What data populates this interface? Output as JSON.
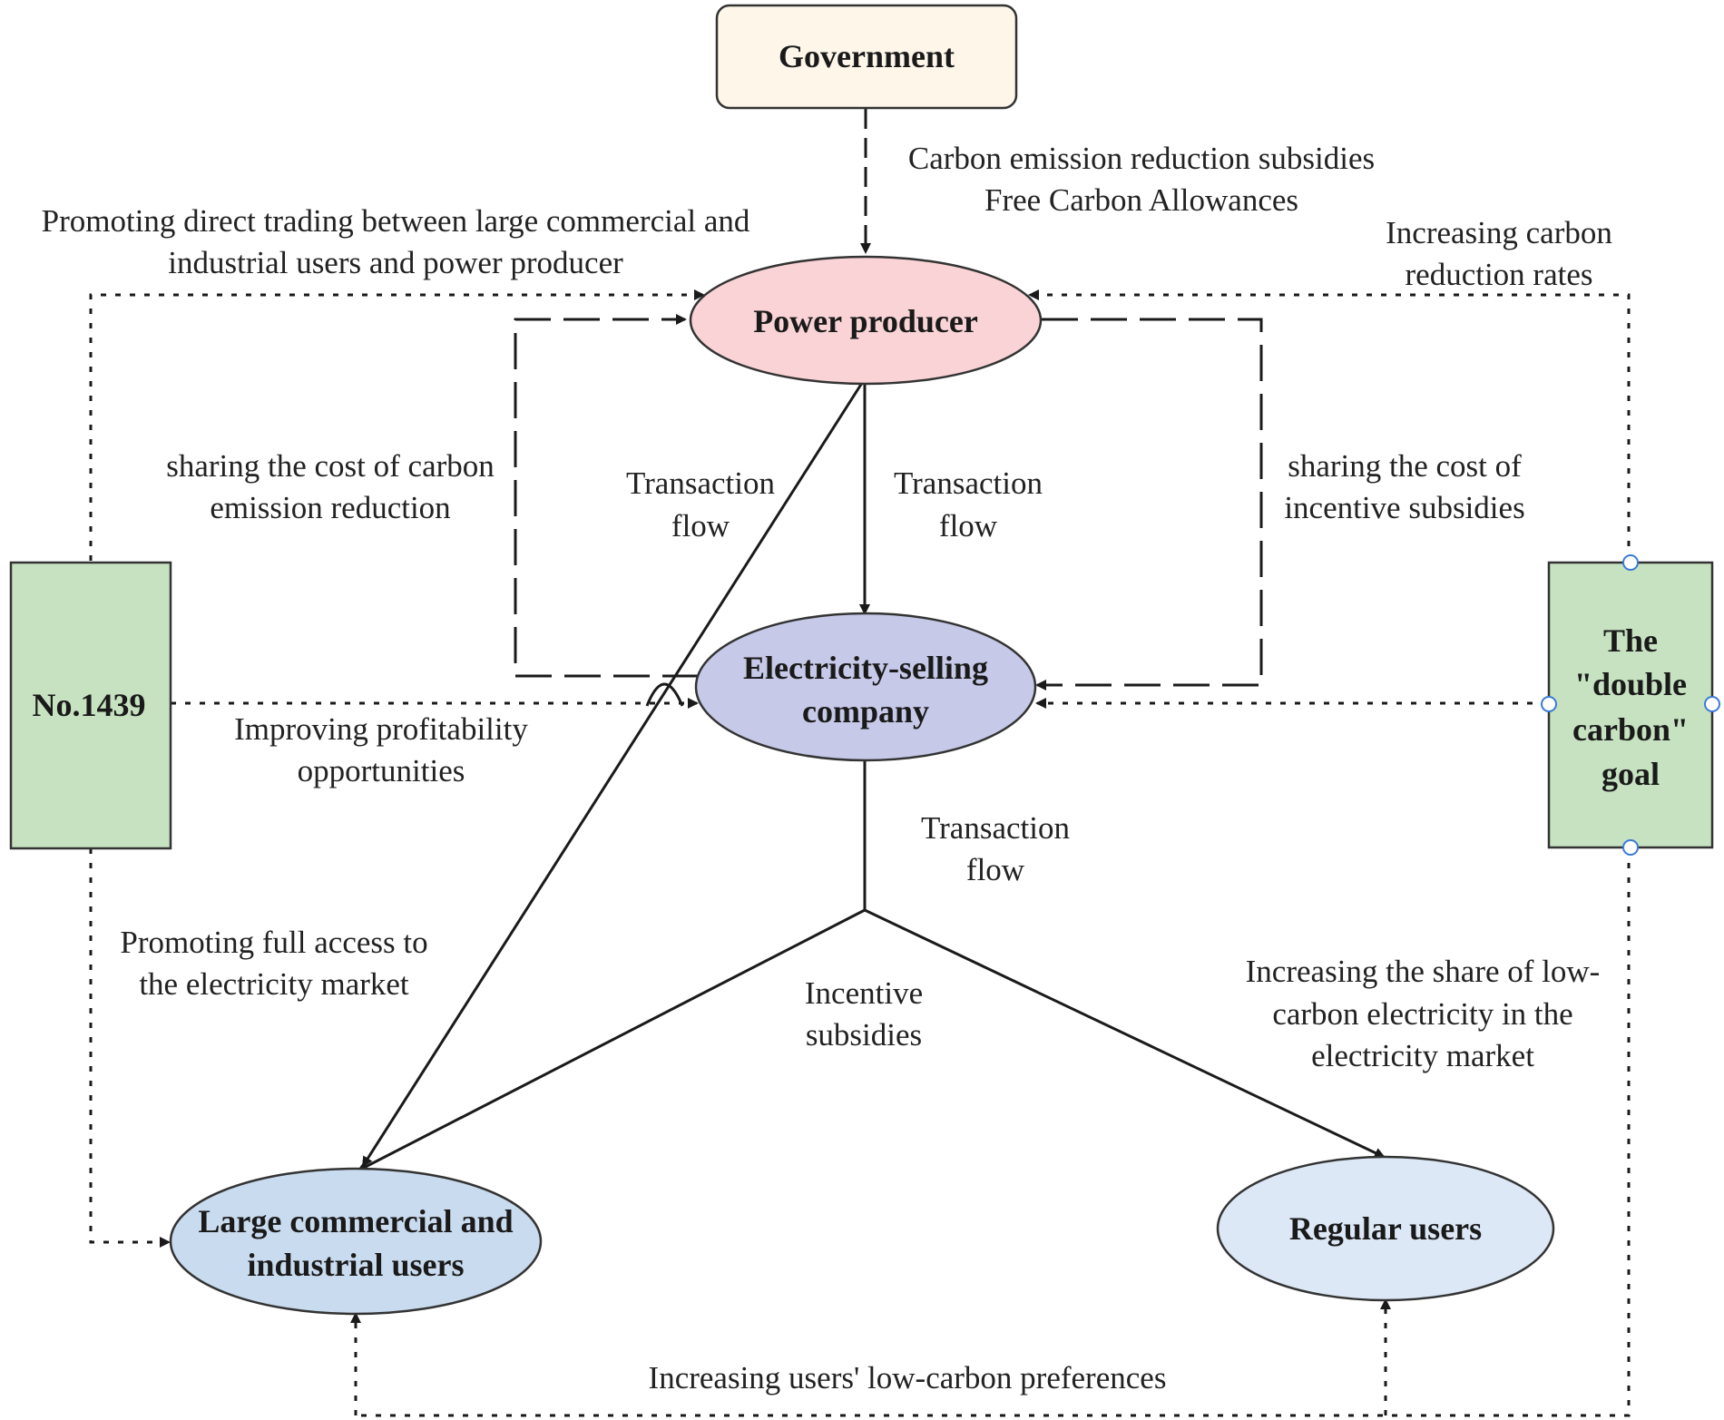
{
  "nodes": {
    "government": "Government",
    "power_producer": "Power producer",
    "selling_company": [
      "Electricity-selling",
      "company"
    ],
    "large_users": [
      "Large commercial and",
      "industrial users"
    ],
    "regular_users": "Regular users",
    "no1439": "No.1439",
    "double_carbon": [
      "The",
      "\"double",
      "carbon\"",
      "goal"
    ]
  },
  "labels": {
    "gov_policy": [
      "Carbon emission reduction subsidies",
      "Free Carbon Allowances"
    ],
    "direct_trading": [
      "Promoting direct trading between large commercial and",
      "industrial users and power producer"
    ],
    "carbon_rates": [
      "Increasing carbon",
      "reduction rates"
    ],
    "share_cost_reduction": [
      "sharing the cost of carbon",
      "emission reduction"
    ],
    "transaction_left": [
      "Transaction",
      "flow"
    ],
    "transaction_center": [
      "Transaction",
      "flow"
    ],
    "share_cost_subsidies": [
      "sharing  the cost of",
      "incentive subsidies"
    ],
    "profitability": [
      "Improving profitability",
      "opportunities"
    ],
    "transaction_lower": [
      "Transaction",
      "flow"
    ],
    "full_access": [
      "Promoting full access to",
      "the electricity market"
    ],
    "incentive": [
      "Incentive",
      "subsidies"
    ],
    "low_carbon_share": [
      "Increasing the share of low-",
      "carbon electricity in the",
      "electricity market"
    ],
    "user_preferences": "Increasing users' low-carbon preferences"
  },
  "colors": {
    "government_fill": "#fdf6e9",
    "power_producer_fill": "#f9d3d5",
    "selling_company_fill": "#c6c9e8",
    "large_users_fill": "#c9dbee",
    "regular_users_fill": "#dce8f6",
    "side_box_fill": "#c6e2c0"
  }
}
